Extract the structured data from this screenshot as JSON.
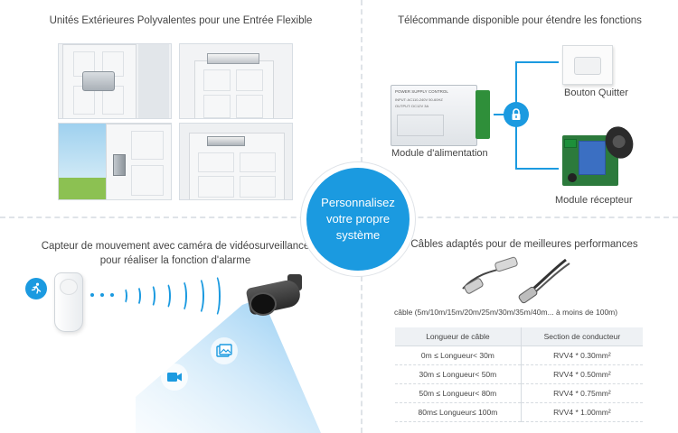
{
  "sections": {
    "outdoor_units": {
      "title": "Unités Extérieures Polyvalentes pour une Entrée Flexible"
    },
    "remote": {
      "title": "Télécommande disponible pour étendre les fonctions",
      "power_module_label": "Module d'alimentation",
      "exit_button_label": "Bouton Quitter",
      "receiver_module_label": "Module récepteur",
      "power_box_text": [
        "POWER SUPPLY CONTROL",
        "INPUT: AC110-240V 50-60HZ",
        "OUTPUT: DC12V 3A"
      ]
    },
    "motion": {
      "title_line1": "Capteur de mouvement avec caméra de vidéosurveillance",
      "title_line2": "pour réaliser la fonction d'alarme"
    },
    "cables": {
      "title": "Câbles adaptés pour de meilleures performances",
      "lengths_note": "câble (5m/10m/15m/20m/25m/30m/35m/40m... à moins de 100m)",
      "table": {
        "headers": [
          "Longueur de câble",
          "Section de conducteur"
        ],
        "rows": [
          [
            "0m ≤ Longueur< 30m",
            "RVV4 * 0.30mm²"
          ],
          [
            "30m ≤ Longueur< 50m",
            "RVV4 * 0.50mm²"
          ],
          [
            "50m ≤ Longueur< 80m",
            "RVV4 * 0.75mm²"
          ],
          [
            "80m≤ Longueur≤ 100m",
            "RVV4 * 1.00mm²"
          ]
        ]
      }
    }
  },
  "hub": {
    "text": "Personnalisez votre propre système"
  },
  "colors": {
    "accent": "#1b9ae0",
    "divider": "#dfe3e8"
  },
  "icons": [
    "lock-icon",
    "running-person-icon",
    "video-camera-icon",
    "image-icon"
  ]
}
